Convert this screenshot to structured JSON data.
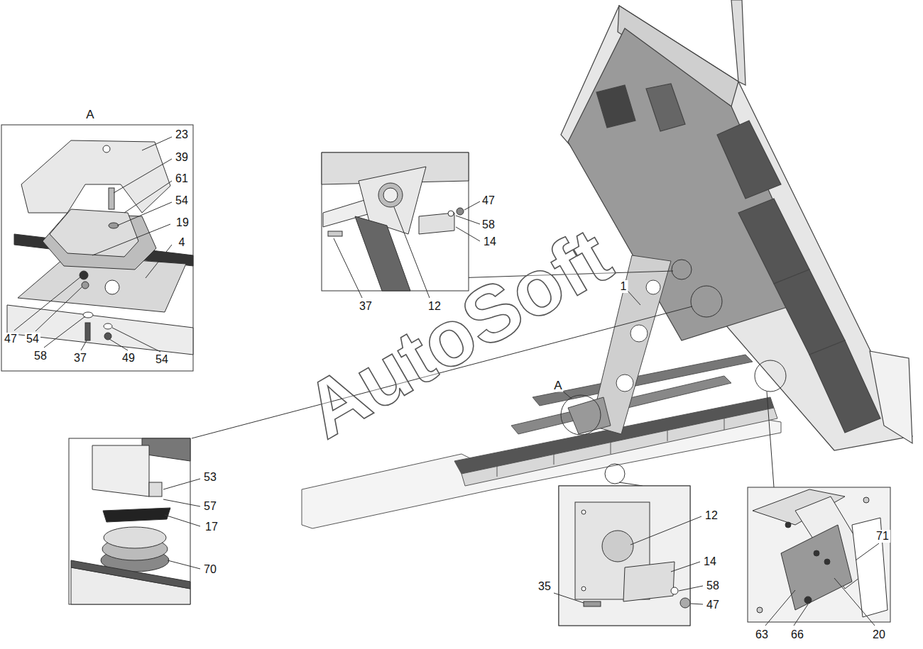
{
  "diagram": {
    "labels": [
      "A",
      "23",
      "39",
      "61",
      "54",
      "19",
      "4",
      "47",
      "54",
      "58",
      "37",
      "49",
      "54",
      "47",
      "58",
      "14",
      "37",
      "12",
      "1",
      "A",
      "53",
      "57",
      "17",
      "70",
      "12",
      "14",
      "35",
      "58",
      "47",
      "71",
      "20",
      "63",
      "66",
      "AutoSoft"
    ]
  }
}
